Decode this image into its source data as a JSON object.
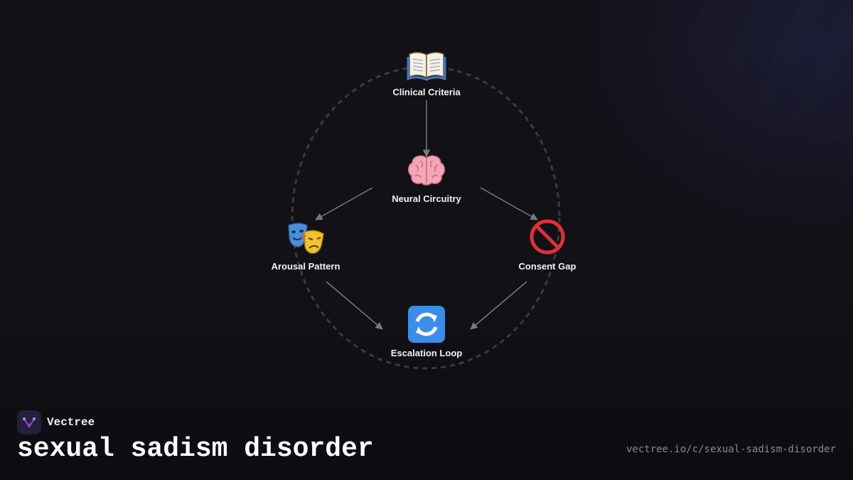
{
  "diagram": {
    "nodes": {
      "clinical": {
        "label": "Clinical Criteria",
        "icon": "open-book-icon"
      },
      "neural": {
        "label": "Neural Circuitry",
        "icon": "brain-icon"
      },
      "arousal": {
        "label": "Arousal Pattern",
        "icon": "theater-masks-icon"
      },
      "consent": {
        "label": "Consent Gap",
        "icon": "prohibited-icon"
      },
      "escalation": {
        "label": "Escalation Loop",
        "icon": "counterclockwise-arrows-icon"
      }
    },
    "edges": [
      [
        "Clinical Criteria",
        "Neural Circuitry"
      ],
      [
        "Neural Circuitry",
        "Arousal Pattern"
      ],
      [
        "Neural Circuitry",
        "Consent Gap"
      ],
      [
        "Arousal Pattern",
        "Escalation Loop"
      ],
      [
        "Consent Gap",
        "Escalation Loop"
      ]
    ]
  },
  "brand": {
    "name": "Vectree"
  },
  "page": {
    "title": "sexual sadism disorder",
    "url": "vectree.io/c/sexual-sadism-disorder"
  },
  "colors": {
    "background": "#111116",
    "ring": "#3a3a3e",
    "arrow": "#7a7a7a",
    "label": "#f2f2f2",
    "logo_bg": "#22203d",
    "logo_accent": "#a44dd6"
  }
}
